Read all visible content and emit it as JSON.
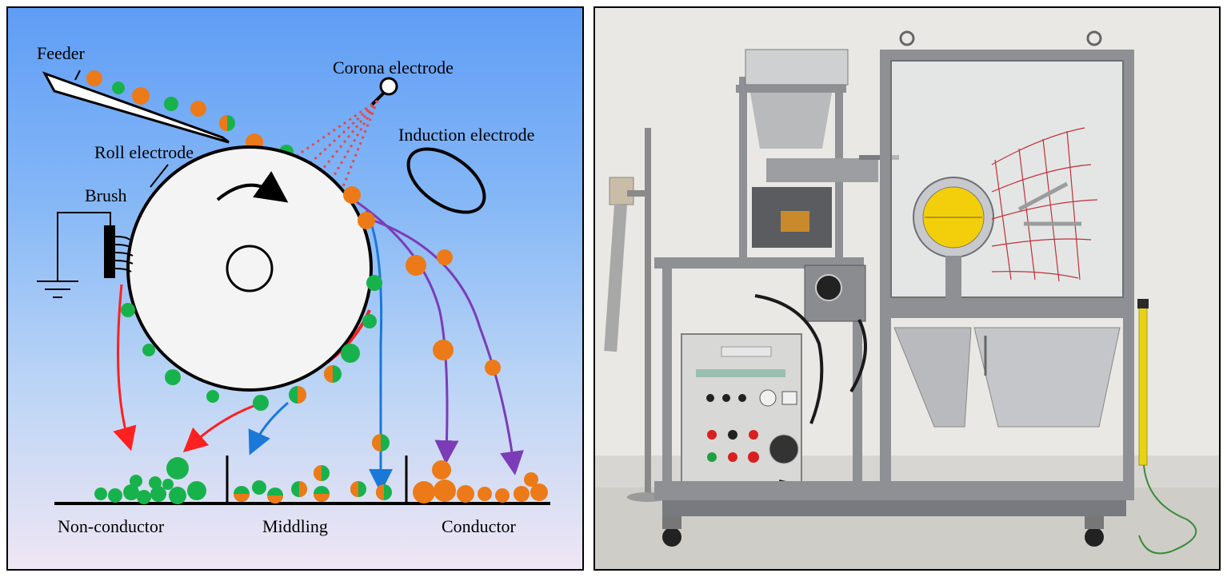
{
  "diagram": {
    "labels": {
      "feeder": "Feeder",
      "corona": "Corona electrode",
      "induction": "Induction electrode",
      "roll": "Roll electrode",
      "brush": "Brush",
      "non_conductor": "Non-conductor",
      "middling": "Middling",
      "conductor": "Conductor"
    },
    "colors": {
      "conductor_particle": "#ec7a18",
      "nonconductor_particle": "#18b24c",
      "red_path": "#ff2020",
      "blue_path": "#1a78d8",
      "purple_path": "#7c3cb8",
      "corona_spray": "#e04c4c"
    }
  },
  "photo": {
    "description_icon": "electrostatic-separator-photo"
  }
}
